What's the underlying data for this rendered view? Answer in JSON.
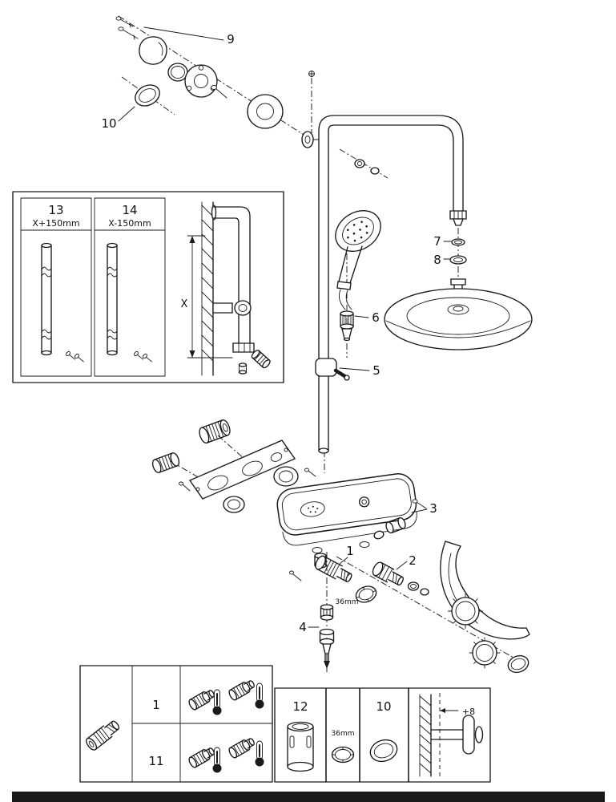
{
  "diagram": {
    "colors": {
      "line": "#1a1a1a",
      "background": "#ffffff",
      "bar": "#111111"
    }
  },
  "callouts": {
    "n9": "9",
    "n10": "10",
    "n7": "7",
    "n8": "8",
    "n6": "6",
    "n5": "5",
    "n3": "3",
    "n1": "1",
    "n2": "2",
    "n4": "4",
    "dim36": "36mm"
  },
  "inset": {
    "col13_num": "13",
    "col13_dim": "X+150mm",
    "col14_num": "14",
    "col14_dim": "X-150mm",
    "x_label": "X"
  },
  "panel": {
    "cell1": "1",
    "cell11": "11",
    "box12": "12",
    "dim36": "36mm",
    "box10": "10",
    "offset": "+8"
  }
}
